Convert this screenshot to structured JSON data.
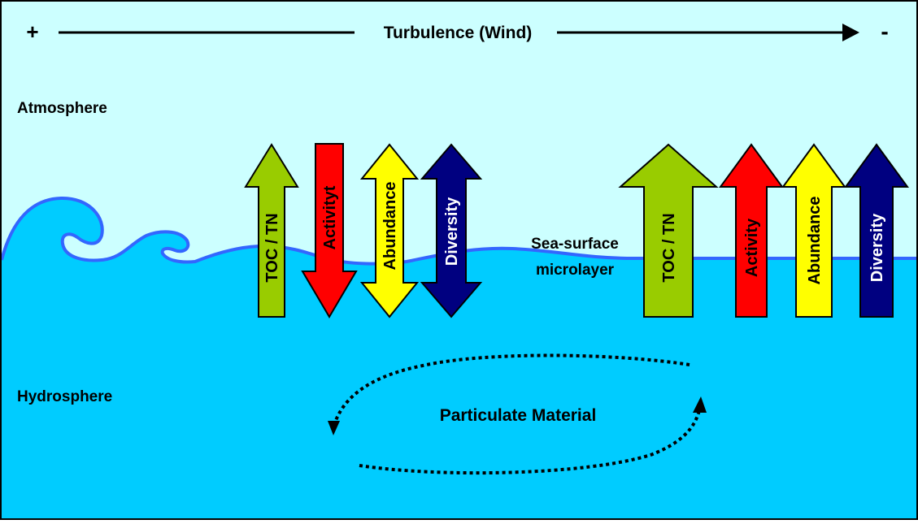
{
  "header": {
    "plus_label": "+",
    "minus_label": "-",
    "title": "Turbulence (Wind)"
  },
  "labels": {
    "atmosphere": "Atmosphere",
    "hydrosphere": "Hydrosphere",
    "microlayer_line1": "Sea-surface",
    "microlayer_line2": "microlayer",
    "particulate": "Particulate Material"
  },
  "colors": {
    "sky": "#ccffff",
    "water": "#00ccff",
    "wave_outline": "#3366ff",
    "toc": "#99cc00",
    "activity": "#ff0000",
    "abundance": "#ffff00",
    "diversity": "#000080"
  },
  "left_group": [
    {
      "label": "TOC / TN",
      "direction": "up",
      "color_key": "toc",
      "text_color": "#000000"
    },
    {
      "label": "Activityt",
      "direction": "down",
      "color_key": "activity",
      "text_color": "#000000"
    },
    {
      "label": "Abundance",
      "direction": "both",
      "color_key": "abundance",
      "text_color": "#000000"
    },
    {
      "label": "Diversity",
      "direction": "both",
      "color_key": "diversity",
      "text_color": "#ffffff"
    }
  ],
  "right_group": [
    {
      "label": "TOC / TN",
      "direction": "up",
      "color_key": "toc",
      "text_color": "#000000"
    },
    {
      "label": "Activity",
      "direction": "up",
      "color_key": "activity",
      "text_color": "#000000"
    },
    {
      "label": "Abundance",
      "direction": "up",
      "color_key": "abundance",
      "text_color": "#000000"
    },
    {
      "label": "Diversity",
      "direction": "up",
      "color_key": "diversity",
      "text_color": "#ffffff"
    }
  ]
}
